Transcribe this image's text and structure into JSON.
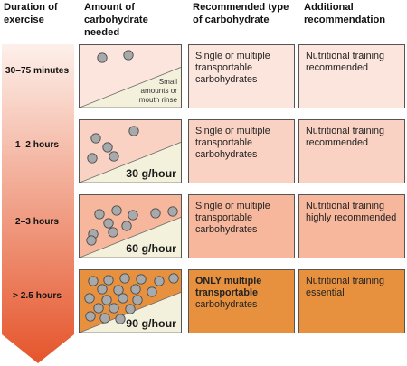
{
  "headers": {
    "duration": "Duration of exercise",
    "amount": "Amount of carbohydrate needed",
    "type": "Recommended type of carbohydrate",
    "additional": "Additional recommendation"
  },
  "rows": [
    {
      "duration": "30–75 minutes",
      "amount": "Small amounts or mouth rinse",
      "type_bold": "",
      "type": "Single or multiple transportable carbohydrates",
      "additional": "Nutritional training recommended",
      "box_color": "#fbe5dc",
      "add_color": "#fbe5dc",
      "particles": 2
    },
    {
      "duration": "1–2 hours",
      "amount": "30 g/hour",
      "type_bold": "",
      "type": "Single or multiple transportable carbohydrates",
      "additional": "Nutritional training recommended",
      "box_color": "#f9d2c3",
      "add_color": "#f9d2c3",
      "particles": 5
    },
    {
      "duration": "2–3 hours",
      "amount": "60 g/hour",
      "type_bold": "",
      "type": "Single or multiple transportable carbohydrates",
      "additional": "Nutritional training highly recommended",
      "box_color": "#f6b79d",
      "add_color": "#f6b79d",
      "particles": 10
    },
    {
      "duration": "> 2.5 hours",
      "amount": "90 g/hour",
      "type_bold": "ONLY multiple transportable",
      "type": "carbohydrates",
      "additional": "Nutritional training essential",
      "box_color": "#e7913f",
      "add_color": "#e7913f",
      "particles": 20
    }
  ],
  "colors": {
    "arrow_top": "#fdf0ea",
    "arrow_bottom": "#e5552b",
    "triangle": "#f3f0dc",
    "particle_fill": "#a7a9ab",
    "particle_stroke": "#4d4d4d"
  }
}
